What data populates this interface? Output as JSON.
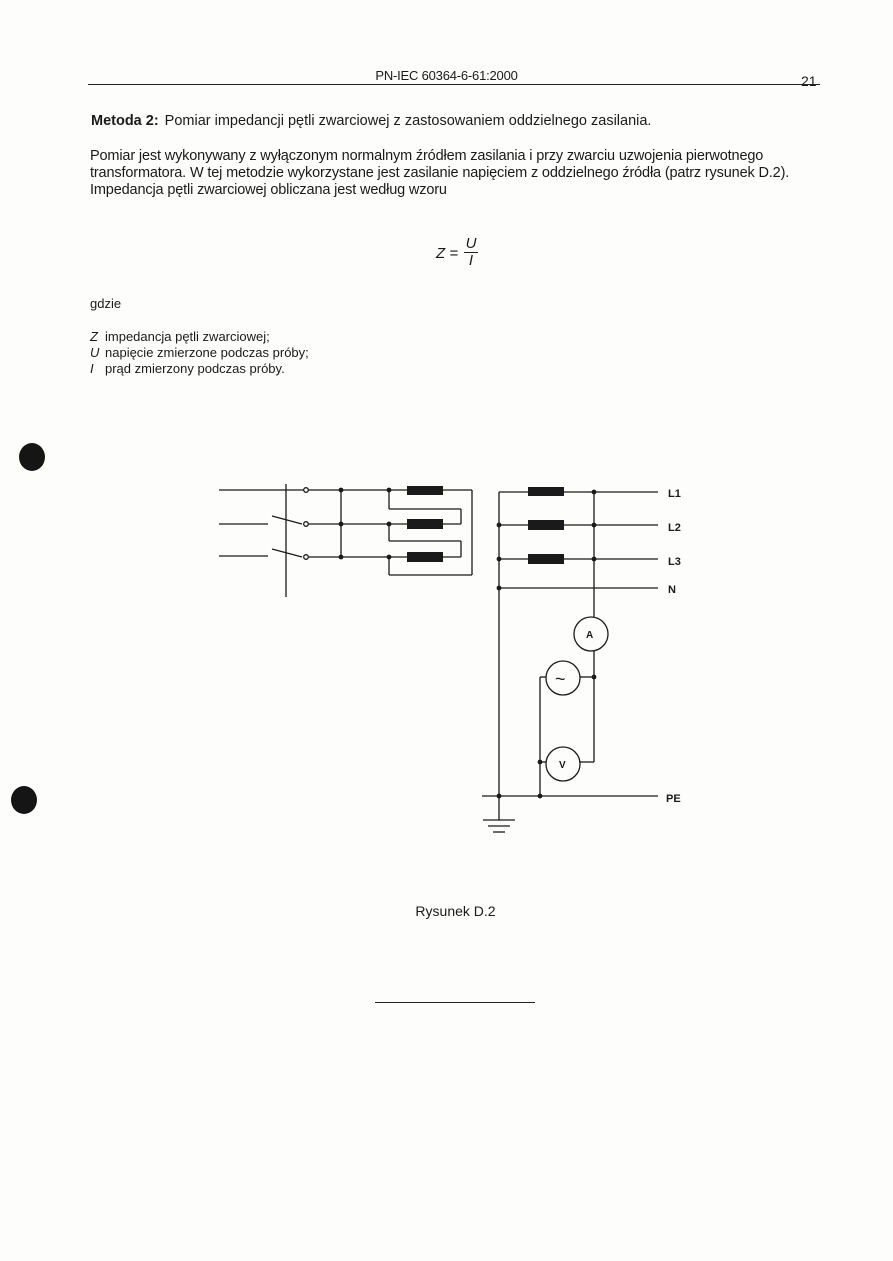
{
  "header": {
    "standard": "PN-IEC 60364-6-61:2000",
    "page_number": "21"
  },
  "method": {
    "label": "Metoda 2:",
    "title": "Pomiar impedancji pętli zwarciowej z zastosowaniem oddzielnego zasilania."
  },
  "paragraph": "Pomiar jest wykonywany z wyłączonym normalnym źródłem zasilania i przy zwarciu uzwojenia pierwotnego transformatora. W tej metodzie wykorzystane jest zasilanie napięciem z oddzielnego źródła (patrz rysunek D.2). Impedancja pętli zwarciowej obliczana jest według wzoru",
  "formula": {
    "lhs": "Z =",
    "numerator": "U",
    "denominator": "I"
  },
  "where_label": "gdzie",
  "definitions": [
    {
      "symbol": "Z",
      "text": "impedancja pętli zwarciowej;"
    },
    {
      "symbol": "U",
      "text": "napięcie zmierzone podczas próby;"
    },
    {
      "symbol": "I",
      "text": "prąd zmierzony podczas próby."
    }
  ],
  "diagram": {
    "labels": {
      "l1": "L1",
      "l2": "L2",
      "l3": "L3",
      "n": "N",
      "pe": "PE",
      "ammeter": "A",
      "voltmeter": "V",
      "source": "~"
    }
  },
  "caption": "Rysunek D.2"
}
